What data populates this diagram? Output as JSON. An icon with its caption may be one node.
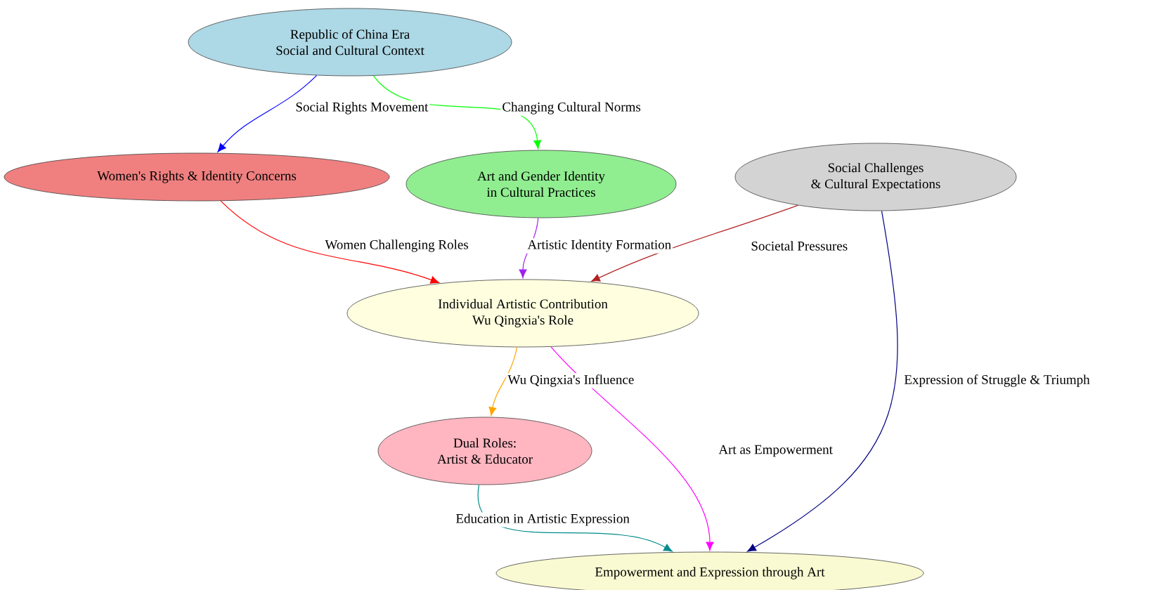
{
  "diagram": {
    "nodes": [
      {
        "text": [
          "Republic of China Era",
          "Social and Cultural Context"
        ]
      },
      {
        "text": [
          "Women's Rights & Identity Concerns"
        ]
      },
      {
        "text": [
          "Art and Gender Identity",
          "in Cultural Practices"
        ]
      },
      {
        "text": [
          "Social Challenges",
          "& Cultural Expectations"
        ]
      },
      {
        "text": [
          "Individual Artistic Contribution",
          "Wu Qingxia's Role"
        ]
      },
      {
        "text": [
          "Dual Roles:",
          "Artist & Educator"
        ]
      },
      {
        "text": [
          "Empowerment and Expression through Art"
        ]
      }
    ],
    "edges": [
      {
        "from": 0,
        "to": 1,
        "arrow": "to",
        "label": "Social Rights Movement",
        "color": "#0000ff"
      },
      {
        "from": 0,
        "to": 2,
        "arrow": "to",
        "label": "Changing Cultural Norms",
        "color": "#00ff00"
      },
      {
        "from": 1,
        "to": 4,
        "arrow": "to",
        "label": "Women Challenging Roles",
        "color": "#ff0000"
      },
      {
        "from": 2,
        "to": 4,
        "arrow": "to",
        "label": "Artistic Identity Formation",
        "color": "#a020f0"
      },
      {
        "from": 3,
        "to": 4,
        "arrow": "to",
        "label": "Societal Pressures",
        "color": "#b22222"
      },
      {
        "from": 4,
        "to": 5,
        "arrow": "to",
        "label": "Wu Qingxia's Influence",
        "color": "#ffa500"
      },
      {
        "from": 4,
        "to": 6,
        "arrow": "to",
        "label": "Art as Empowerment",
        "color": "#ff00ff"
      },
      {
        "from": 5,
        "to": 6,
        "arrow": "to",
        "label": "Education in Artistic Expression",
        "color": "#008b8b"
      },
      {
        "from": 3,
        "to": 6,
        "arrow": "to",
        "label": "Expression of Struggle & Triumph",
        "color": "#000080"
      }
    ]
  }
}
